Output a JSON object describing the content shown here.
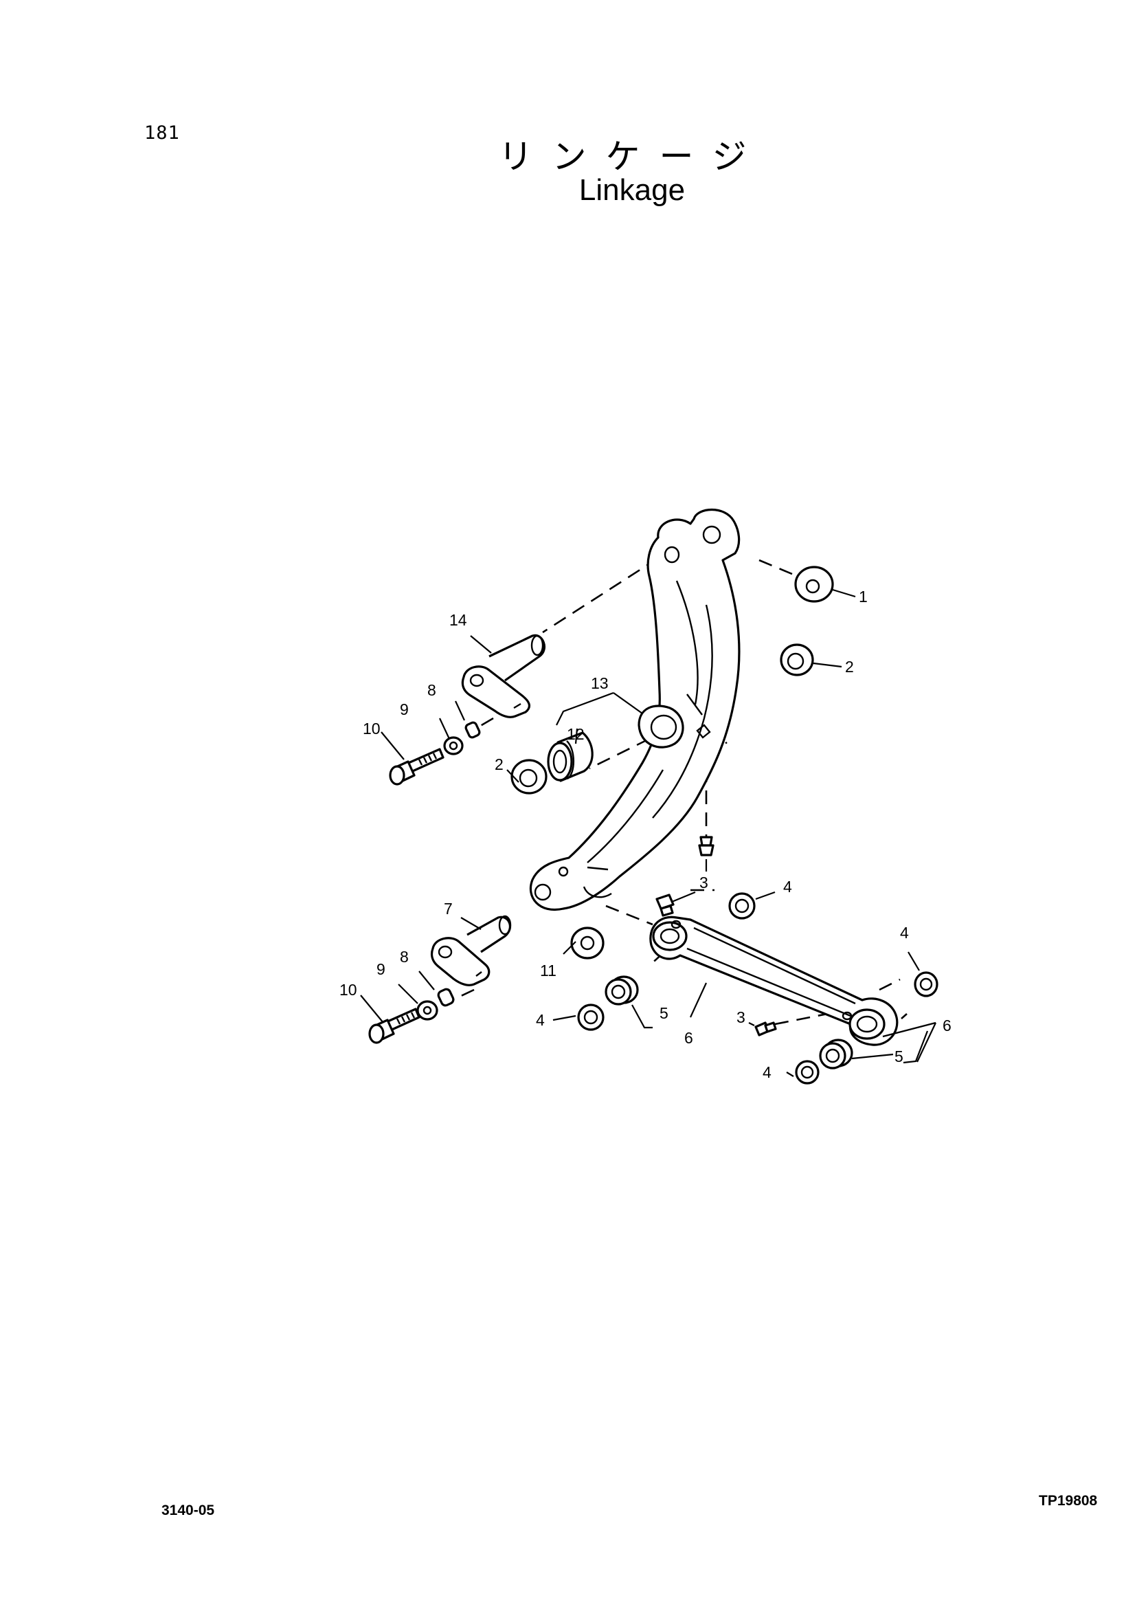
{
  "header": {
    "page_number": "181",
    "title_ja": "リンケージ",
    "title_en": "Linkage"
  },
  "footer": {
    "doc_code": "3140-05",
    "drawing_id": "TP19808"
  },
  "callouts": {
    "c1": "1",
    "c2a": "2",
    "c2b": "2",
    "c3a": "3",
    "c3b": "3",
    "c4a": "4",
    "c4b": "4",
    "c4c": "4",
    "c4d": "4",
    "c5a": "5",
    "c5b": "5",
    "c6a": "6",
    "c6b": "6",
    "c7": "7",
    "c8a": "8",
    "c8b": "8",
    "c9a": "9",
    "c9b": "9",
    "c10a": "10",
    "c10b": "10",
    "c11": "11",
    "c12": "12",
    "c13": "13",
    "c14": "14"
  }
}
